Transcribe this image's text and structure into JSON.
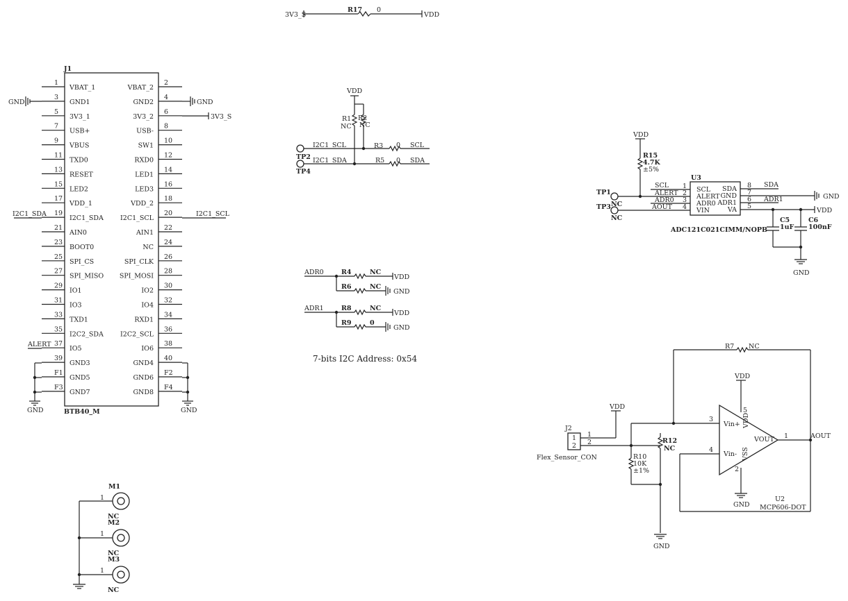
{
  "top": {
    "left_net": "3V3_S",
    "ref": "R17",
    "value": "0",
    "right_net": "VDD"
  },
  "j1": {
    "ref": "J1",
    "part": "BTB40_M",
    "left_pins": [
      {
        "num": "1",
        "name": "VBAT_1"
      },
      {
        "num": "3",
        "name": "GND1"
      },
      {
        "num": "5",
        "name": "3V3_1"
      },
      {
        "num": "7",
        "name": "USB+"
      },
      {
        "num": "9",
        "name": "VBUS"
      },
      {
        "num": "11",
        "name": "TXD0"
      },
      {
        "num": "13",
        "name": "RESET"
      },
      {
        "num": "15",
        "name": "LED2"
      },
      {
        "num": "17",
        "name": "VDD_1"
      },
      {
        "num": "19",
        "name": "I2C1_SDA"
      },
      {
        "num": "21",
        "name": "AIN0"
      },
      {
        "num": "23",
        "name": "BOOT0"
      },
      {
        "num": "25",
        "name": "SPI_CS"
      },
      {
        "num": "27",
        "name": "SPI_MISO"
      },
      {
        "num": "29",
        "name": "IO1"
      },
      {
        "num": "31",
        "name": "IO3"
      },
      {
        "num": "33",
        "name": "TXD1"
      },
      {
        "num": "35",
        "name": "I2C2_SDA"
      },
      {
        "num": "37",
        "name": "IO5"
      },
      {
        "num": "39",
        "name": "GND3"
      },
      {
        "num": "F1",
        "name": "GND5"
      },
      {
        "num": "F3",
        "name": "GND7"
      }
    ],
    "right_pins": [
      {
        "num": "2",
        "name": "VBAT_2"
      },
      {
        "num": "4",
        "name": "GND2"
      },
      {
        "num": "6",
        "name": "3V3_2"
      },
      {
        "num": "8",
        "name": "USB-"
      },
      {
        "num": "10",
        "name": "SW1"
      },
      {
        "num": "12",
        "name": "RXD0"
      },
      {
        "num": "14",
        "name": "LED1"
      },
      {
        "num": "16",
        "name": "LED3"
      },
      {
        "num": "18",
        "name": "VDD_2"
      },
      {
        "num": "20",
        "name": "I2C1_SCL"
      },
      {
        "num": "22",
        "name": "AIN1"
      },
      {
        "num": "24",
        "name": "NC"
      },
      {
        "num": "26",
        "name": "SPI_CLK"
      },
      {
        "num": "28",
        "name": "SPI_MOSI"
      },
      {
        "num": "30",
        "name": "IO2"
      },
      {
        "num": "32",
        "name": "IO4"
      },
      {
        "num": "34",
        "name": "RXD1"
      },
      {
        "num": "36",
        "name": "I2C2_SCL"
      },
      {
        "num": "38",
        "name": "IO6"
      },
      {
        "num": "40",
        "name": "GND4"
      },
      {
        "num": "F2",
        "name": "GND6"
      },
      {
        "num": "F4",
        "name": "GND8"
      }
    ],
    "gnd_left": "GND",
    "gnd_right": "GND",
    "net_3v3": "3V3_S",
    "net_sda": "I2C1_SDA",
    "net_scl": "I2C1_SCL",
    "net_alert": "ALERT",
    "gnd_bottom_left": "GND",
    "gnd_bottom_right": "GND"
  },
  "i2c": {
    "vdd": "VDD",
    "r1_ref": "R1",
    "r1_val": "NC",
    "r2_ref": "R2",
    "r2_val": "NC",
    "scl_net": "I2C1_SCL",
    "sda_net": "I2C1_SDA",
    "r3_ref": "R3",
    "r3_val": "0",
    "r5_ref": "R5",
    "r5_val": "0",
    "scl_out": "SCL",
    "sda_out": "SDA",
    "tp2": "TP2",
    "tp4": "TP4"
  },
  "adr": {
    "adr0": "ADR0",
    "adr1": "ADR1",
    "r4_ref": "R4",
    "r4_val": "NC",
    "r6_ref": "R6",
    "r6_val": "NC",
    "r8_ref": "R8",
    "r8_val": "NC",
    "r9_ref": "R9",
    "r9_val": "0",
    "vdd": "VDD",
    "gnd": "GND",
    "note": "7-bits I2C Address: 0x54"
  },
  "adc": {
    "vdd": "VDD",
    "r15_ref": "R15",
    "r15_val": "4.7K",
    "r15_tol": "±5%",
    "u3": "U3",
    "part": "ADC121C021CIMM/NOPB",
    "tp1": "TP1",
    "tp3": "TP3",
    "nc1": "NC",
    "nc3": "NC",
    "left_nets": [
      "SCL",
      "ALERT",
      "ADR0",
      "AOUT"
    ],
    "left_pins": [
      {
        "num": "1",
        "name": "SCL"
      },
      {
        "num": "2",
        "name": "ALERT"
      },
      {
        "num": "3",
        "name": "ADR0"
      },
      {
        "num": "4",
        "name": "VIN"
      }
    ],
    "right_pins": [
      {
        "num": "8",
        "name": "SDA"
      },
      {
        "num": "7",
        "name": "GND"
      },
      {
        "num": "6",
        "name": "ADR1"
      },
      {
        "num": "5",
        "name": "VA"
      }
    ],
    "right_nets": {
      "sda": "SDA",
      "adr1": "ADR1",
      "gnd": "GND",
      "vdd": "VDD"
    },
    "c5_ref": "C5",
    "c5_val": "1uF",
    "c6_ref": "C6",
    "c6_val": "100nF",
    "gnd": "GND"
  },
  "opamp": {
    "r7_ref": "R7",
    "r7_val": "NC",
    "vdd_top": "VDD",
    "vdd_j2": "VDD",
    "j2_ref": "J2",
    "j2_part": "Flex_Sensor_CON",
    "j2_pins": [
      "1",
      "2"
    ],
    "r12_ref": "R12",
    "r12_val": "NC",
    "r10_ref": "R10",
    "r10_val": "10K",
    "r10_tol": "±1%",
    "u2_ref": "U2",
    "u2_part": "MCP606-DOT",
    "pin_vinp": "Vin+",
    "pin_vinm": "Vin-",
    "pin_vdd": "VDD",
    "pin_vss": "VSS",
    "pin_vout": "VOUT",
    "num_3": "3",
    "num_4": "4",
    "num_5": "5",
    "num_2": "2",
    "num_1": "1",
    "aout": "AOUT",
    "gnd_u2": "GND",
    "gnd_bottom": "GND"
  },
  "mounts": {
    "m1": "M1",
    "m2": "M2",
    "m3": "M3",
    "nc1": "NC",
    "nc2": "NC",
    "nc3": "NC",
    "pin": "1",
    "gnd": "GND"
  }
}
